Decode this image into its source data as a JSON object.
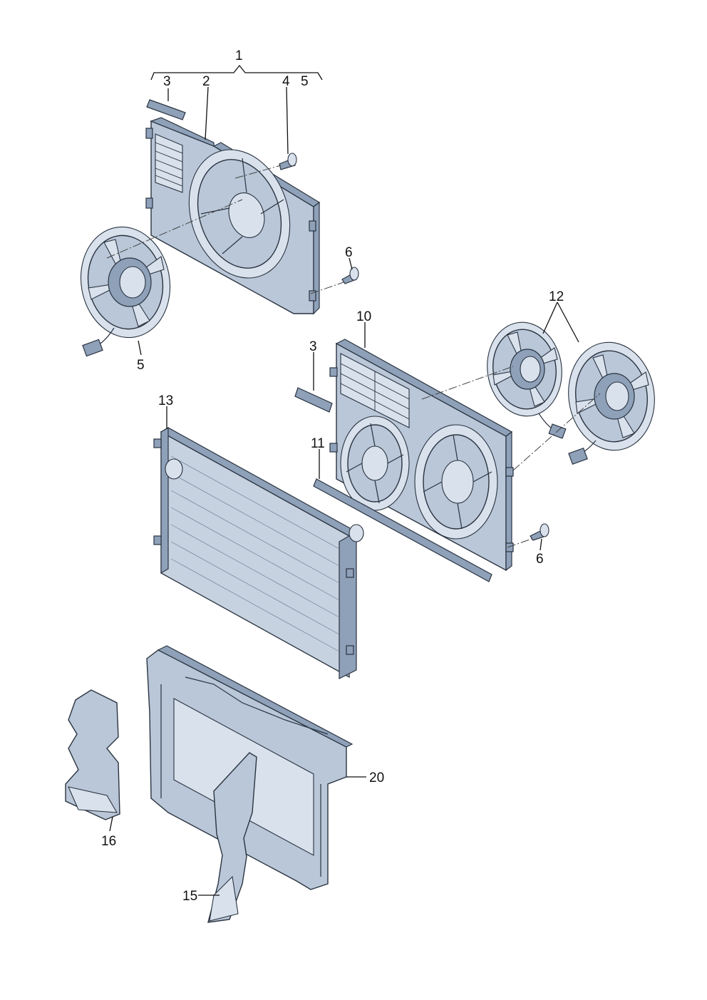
{
  "callouts": {
    "c1": "1",
    "c2": "2",
    "c3_top": "3",
    "c4": "4",
    "c5_top": "5",
    "c5_fan": "5",
    "c6_top": "6",
    "c10": "10",
    "c3_mid": "3",
    "c12": "12",
    "c11": "11",
    "c13": "13",
    "c6_bottom": "6",
    "c20": "20",
    "c16": "16",
    "c15": "15"
  },
  "colors": {
    "part_fill": "#b9c7d8",
    "part_shadow": "#8ea1b9",
    "part_highlight": "#d8e1ec",
    "outline": "#2a3340",
    "background": "#ffffff"
  }
}
